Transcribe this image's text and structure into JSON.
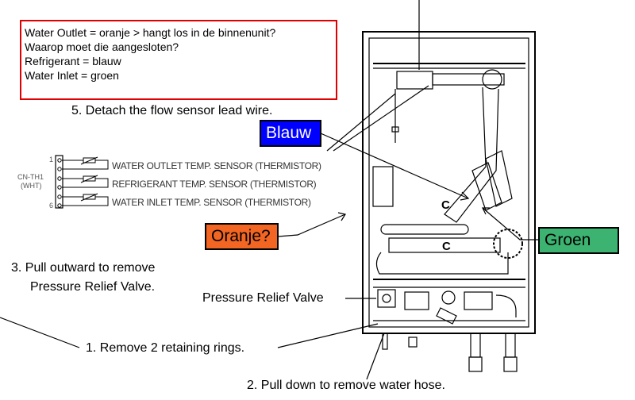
{
  "note": {
    "lines": [
      "Water Outlet = oranje > hangt los in de binnenunit?",
      "Waarop moet die aangesloten?",
      "Refrigerant = blauw",
      "Water Inlet = groen"
    ],
    "border_color": "#e00000"
  },
  "steps": {
    "step5": "5. Detach the flow sensor lead wire.",
    "step3_line1": "3. Pull outward to remove",
    "step3_line2": "Pressure Relief Valve.",
    "pressure_relief": "Pressure Relief Valve",
    "step1": "1. Remove 2 retaining rings.",
    "step2": "2. Pull down to remove water hose."
  },
  "connector": {
    "name": "CN-TH1",
    "color_code": "(WHT)",
    "pin_first": "1",
    "pin_last": "6",
    "sensors": [
      "WATER OUTLET TEMP. SENSOR (THERMISTOR)",
      "REFRIGERANT TEMP. SENSOR (THERMISTOR)",
      "WATER INLET TEMP. SENSOR (THERMISTOR)"
    ]
  },
  "labels": {
    "blauw": {
      "text": "Blauw",
      "bg": "#0000ff",
      "fg": "#ffffff"
    },
    "oranje": {
      "text": "Oranje?",
      "bg": "#f26522",
      "fg": "#000000"
    },
    "groen": {
      "text": "Groen",
      "bg": "#3cb371",
      "fg": "#000000"
    }
  },
  "diagram": {
    "pipe_label": "C"
  }
}
